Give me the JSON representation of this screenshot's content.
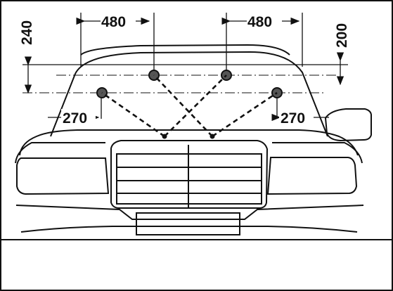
{
  "dimensions": {
    "top_left": "480",
    "top_right": "480",
    "left_vertical": "240",
    "right_vertical": "200",
    "mid_left": "270",
    "mid_right": "270"
  }
}
